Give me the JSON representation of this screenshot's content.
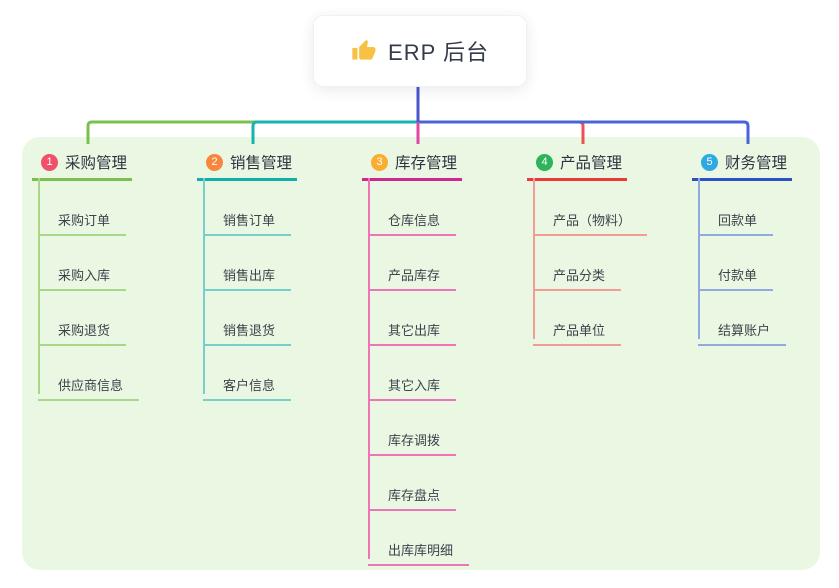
{
  "root": {
    "label": "ERP 后台",
    "icon": "thumbs-up-icon"
  },
  "branches": [
    {
      "num": "1",
      "title": "采购管理",
      "badge_color": "#F0506A",
      "line_color": "#7CBF4E",
      "connector_color": "#7CBF4E",
      "child_line_color": "#A9D78A",
      "children": [
        "采购订单",
        "采购入库",
        "采购退货",
        "供应商信息"
      ]
    },
    {
      "num": "2",
      "title": "销售管理",
      "badge_color": "#F9863F",
      "line_color": "#12AEAC",
      "connector_color": "#17B3AE",
      "child_line_color": "#77CFCA",
      "children": [
        "销售订单",
        "销售出库",
        "销售退货",
        "客户信息"
      ]
    },
    {
      "num": "3",
      "title": "库存管理",
      "badge_color": "#FBAD31",
      "line_color": "#D1268F",
      "connector_color": "#DF4AA0",
      "child_line_color": "#EC74B7",
      "children": [
        "仓库信息",
        "产品库存",
        "其它出库",
        "其它入库",
        "库存调拨",
        "库存盘点",
        "出库库明细"
      ]
    },
    {
      "num": "4",
      "title": "产品管理",
      "badge_color": "#2DB35A",
      "line_color": "#E83C3C",
      "connector_color": "#EA5352",
      "child_line_color": "#F49B94",
      "children": [
        "产品（物料）",
        "产品分类",
        "产品单位"
      ]
    },
    {
      "num": "5",
      "title": "财务管理",
      "badge_color": "#2FA9E2",
      "line_color": "#2B52C5",
      "connector_color": "#4A63DB",
      "child_line_color": "#92A8E0",
      "children": [
        "回款单",
        "付款单",
        "结算账户"
      ]
    }
  ],
  "colors": {
    "panel_bg": "#E9F7E3",
    "root_connector": "#4A55CE",
    "icon_fill": "#F7C244"
  }
}
